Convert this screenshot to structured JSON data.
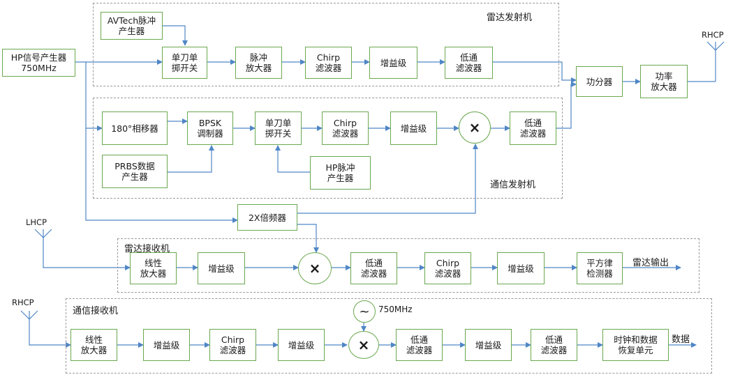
{
  "groups": {
    "radar_tx": "雷达发射机",
    "comm_tx": "通信发射机",
    "radar_rx": "雷达接收机",
    "comm_rx": "通信接收机"
  },
  "antennas": {
    "rhcp_tx": "RHCP",
    "lhcp_rx": "LHCP",
    "rhcp_rx": "RHCP"
  },
  "source": "HP信号产生器\n750MHz",
  "radar_tx": {
    "pulse_gen": "AVTech脉冲\n产生器",
    "spdt": "单刀单\n掷开关",
    "pulse_amp": "脉冲\n放大器",
    "chirp": "Chirp\n滤波器",
    "gain": "增益级",
    "lpf": "低通\n滤波器"
  },
  "combine": {
    "splitter": "功分器",
    "power_amp": "功率\n放大器"
  },
  "comm_tx": {
    "phase": "180°相移器",
    "bpsk": "BPSK\n调制器",
    "prbs": "PRBS数据\n产生器",
    "spdt": "单刀单\n掷开关",
    "hp_pulse": "HP脉冲\n产生器",
    "chirp": "Chirp\n滤波器",
    "gain": "增益级",
    "mixer": "×",
    "lpf": "低通\n滤波器"
  },
  "doubler": "2X倍频器",
  "radar_rx": {
    "lna": "线性\n放大器",
    "gain": "增益级",
    "mixer": "×",
    "lpf": "低通\n滤波器",
    "chirp": "Chirp\n滤波器",
    "gain2": "增益级",
    "detector": "平方律\n检测器",
    "output": "雷达输出"
  },
  "comm_rx": {
    "lna": "线性\n放大器",
    "gain": "增益级",
    "chirp": "Chirp\n滤波器",
    "gain2": "增益级",
    "lo_symbol": "~",
    "lo_freq": "750MHz",
    "mixer": "×",
    "lpf": "低通\n滤波器",
    "gain3": "增益级",
    "lpf2": "低通\n滤波器",
    "cdr": "时钟和数据\n恢复单元",
    "output": "数据"
  }
}
